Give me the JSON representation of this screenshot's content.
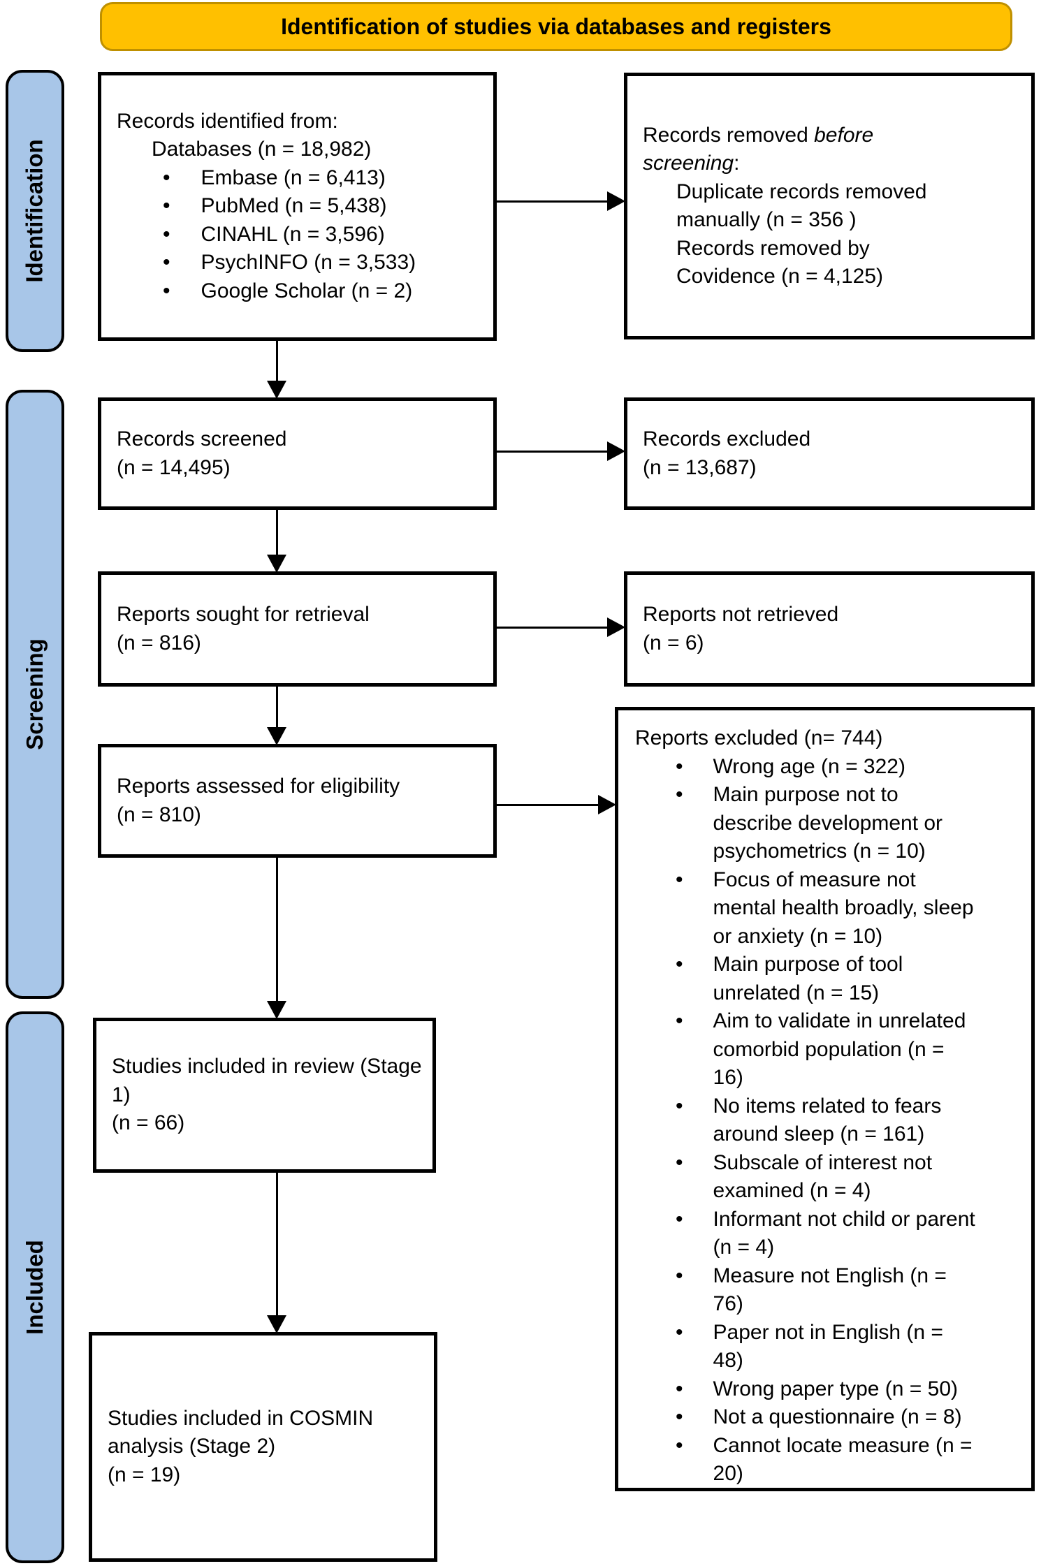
{
  "colors": {
    "banner_fill": "#FFC000",
    "banner_border": "#BF9000",
    "stage_fill": "#A8C6E8",
    "box_border": "#000000"
  },
  "icons": {
    "bullet": "•"
  },
  "banner": {
    "title": "Identification of studies via databases and registers"
  },
  "stages": {
    "identification": "Identification",
    "screening": "Screening",
    "included": "Included"
  },
  "boxes": {
    "records_identified": {
      "line1": "Records identified from:",
      "line2": "Databases (n = 18,982)",
      "bullets": [
        "Embase (n = 6,413)",
        "PubMed (n = 5,438)",
        "CINAHL (n = 3,596)",
        "PsychINFO (n = 3,533)",
        "Google Scholar (n = 2)"
      ]
    },
    "records_removed": {
      "l1a": "Records removed ",
      "l1b": "before",
      "l2a": "screening",
      "l2b": ":",
      "items": [
        "Duplicate records removed manually (n = 356 )",
        "Records removed by Covidence (n = 4,125)"
      ]
    },
    "records_screened": {
      "line1": "Records screened",
      "line2": "(n = 14,495)"
    },
    "records_excluded": {
      "line1": "Records excluded",
      "line2": "(n = 13,687)"
    },
    "reports_sought": {
      "line1": "Reports sought for retrieval",
      "line2": "(n = 816)"
    },
    "reports_not_retrieved": {
      "line1": "Reports not retrieved",
      "line2": "(n = 6)"
    },
    "reports_assessed": {
      "line1": "Reports assessed for eligibility",
      "line2": "(n = 810)"
    },
    "reports_excluded": {
      "title": "Reports excluded (n= 744)",
      "bullets": [
        "Wrong age (n = 322)",
        "Main purpose not to describe development or psychometrics (n = 10)",
        "Focus of measure not mental health broadly, sleep or anxiety (n = 10)",
        "Main purpose of tool unrelated (n = 15)",
        "Aim to validate in unrelated comorbid population (n = 16)",
        "No items related to fears around sleep (n = 161)",
        "Subscale of interest not examined (n = 4)",
        "Informant not child or parent (n = 4)",
        "Measure not English (n = 76)",
        "Paper not in English (n = 48)",
        "Wrong paper type (n = 50)",
        "Not a questionnaire (n = 8)",
        "Cannot locate measure (n = 20)"
      ]
    },
    "included_review": {
      "line1": "Studies included in review (Stage",
      "line2": "1)",
      "line3": "(n = 66)"
    },
    "included_cosmin": {
      "line1": "Studies included in COSMIN",
      "line2": "analysis (Stage 2)",
      "line3": "(n = 19)"
    }
  }
}
